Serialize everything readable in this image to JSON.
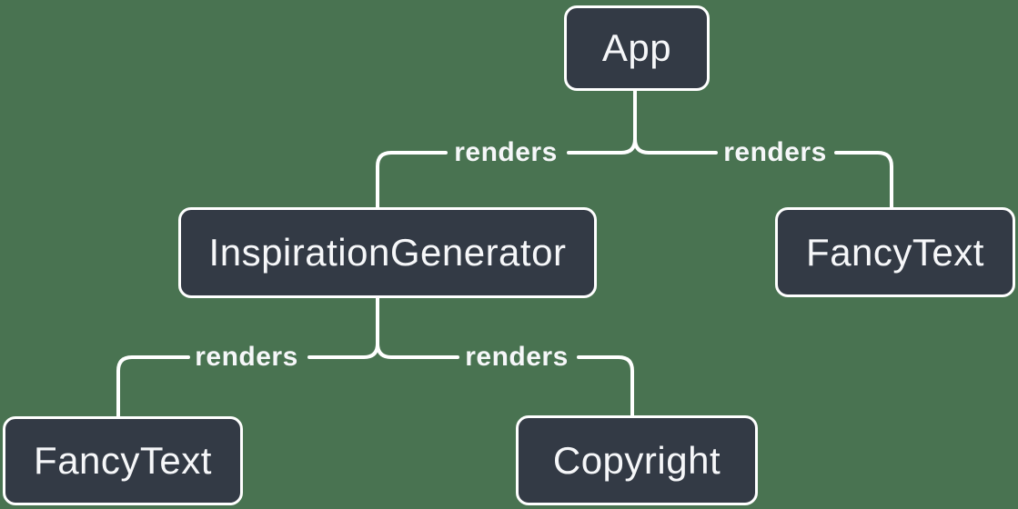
{
  "diagram": {
    "type": "component-render-tree",
    "nodes": [
      {
        "id": "app",
        "label": "App"
      },
      {
        "id": "inspiration-generator",
        "label": "InspirationGenerator"
      },
      {
        "id": "fancy-text-top",
        "label": "FancyText"
      },
      {
        "id": "fancy-text-bottom",
        "label": "FancyText"
      },
      {
        "id": "copyright",
        "label": "Copyright"
      }
    ],
    "edges": [
      {
        "from": "App",
        "to": "InspirationGenerator",
        "label": "renders"
      },
      {
        "from": "App",
        "to": "FancyText",
        "label": "renders"
      },
      {
        "from": "InspirationGenerator",
        "to": "FancyText",
        "label": "renders"
      },
      {
        "from": "InspirationGenerator",
        "to": "Copyright",
        "label": "renders"
      }
    ],
    "colors": {
      "background": "#497351",
      "node_fill": "#333a45",
      "node_border": "#ffffff",
      "edge": "#ffffff",
      "text": "#f6f7f9"
    }
  }
}
